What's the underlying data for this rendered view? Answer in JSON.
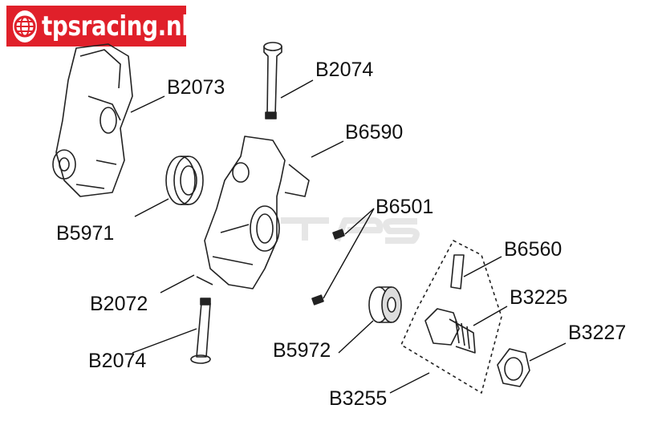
{
  "logo": {
    "text": "tpsracing.nl"
  },
  "watermark": "TPS",
  "labels": {
    "b2073": "B2073",
    "b2074_top": "B2074",
    "b6590": "B6590",
    "b5971": "B5971",
    "b6501": "B6501",
    "b6560": "B6560",
    "b3225": "B3225",
    "b2072": "B2072",
    "b3227": "B3227",
    "b5972": "B5972",
    "b2074_bottom": "B2074",
    "b3255": "B3255"
  },
  "colors": {
    "brand": "#e0202a"
  }
}
